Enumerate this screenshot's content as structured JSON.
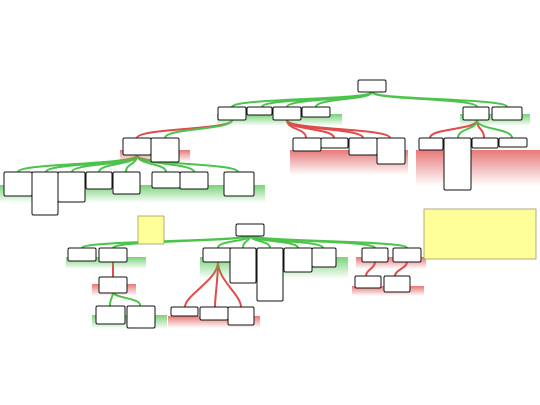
{
  "nodes": [
    {
      "id": "root",
      "text": ""
    },
    {
      "id": "l1a",
      "text": ""
    },
    {
      "id": "l1b",
      "text": ""
    },
    {
      "id": "l1c",
      "text": ""
    },
    {
      "id": "l1d",
      "text": ""
    },
    {
      "id": "l1e",
      "text": ""
    },
    {
      "id": "l1f",
      "text": ""
    },
    {
      "id": "l2a",
      "text": ""
    },
    {
      "id": "l2b",
      "text": ""
    },
    {
      "id": "l2c",
      "text": ""
    },
    {
      "id": "l2d",
      "text": ""
    },
    {
      "id": "l2e",
      "text": ""
    },
    {
      "id": "l2f",
      "text": ""
    },
    {
      "id": "l2g",
      "text": ""
    },
    {
      "id": "l2h",
      "text": ""
    },
    {
      "id": "l2i",
      "text": ""
    },
    {
      "id": "l3a",
      "text": ""
    },
    {
      "id": "l3b",
      "text": ""
    },
    {
      "id": "l3c",
      "text": ""
    },
    {
      "id": "l3d",
      "text": ""
    },
    {
      "id": "l3e",
      "text": ""
    },
    {
      "id": "l3f",
      "text": ""
    },
    {
      "id": "l3g",
      "text": ""
    },
    {
      "id": "l3h",
      "text": ""
    },
    {
      "id": "root2",
      "text": ""
    },
    {
      "id": "m1a",
      "text": ""
    },
    {
      "id": "m1b",
      "text": ""
    },
    {
      "id": "m1c",
      "text": ""
    },
    {
      "id": "m1d",
      "text": ""
    },
    {
      "id": "m1e",
      "text": ""
    },
    {
      "id": "m1f",
      "text": ""
    },
    {
      "id": "m1g",
      "text": ""
    },
    {
      "id": "m1h",
      "text": ""
    },
    {
      "id": "m1i",
      "text": ""
    },
    {
      "id": "m2a",
      "text": ""
    },
    {
      "id": "m2b",
      "text": ""
    },
    {
      "id": "m2c",
      "text": ""
    },
    {
      "id": "m2d",
      "text": ""
    },
    {
      "id": "m2e",
      "text": ""
    },
    {
      "id": "m2f",
      "text": ""
    },
    {
      "id": "m2g",
      "text": ""
    },
    {
      "id": "m2h",
      "text": ""
    }
  ],
  "notes": [
    {
      "id": "note-small",
      "text": ""
    },
    {
      "id": "note-large",
      "text": ""
    }
  ],
  "colors": {
    "support_edge": "#4cc44c",
    "oppose_edge": "#e04b4b",
    "note_fill": "#ffff99"
  }
}
